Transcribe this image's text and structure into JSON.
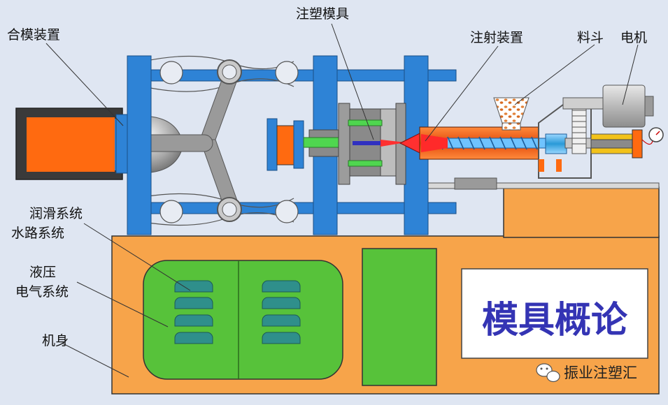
{
  "labels": {
    "clamping_unit": "合模装置",
    "mold": "注塑模具",
    "injection_unit": "注射装置",
    "hopper": "料斗",
    "motor": "电机",
    "lubrication": "润滑系统",
    "water": "水路系统",
    "hydraulic": "液压",
    "electrical": "电气系统",
    "machine_body": "机身"
  },
  "title": "模具概论",
  "watermark": "振业注塑汇",
  "colors": {
    "background": "#dfe6f2",
    "frame_blue": "#2e83d6",
    "body_orange": "#f7a44a",
    "cabinet_green": "#57c23a",
    "cylinder_orange": "#ff6a10",
    "vent_teal": "#2f8f8b",
    "title_blue": "#3434b4"
  }
}
